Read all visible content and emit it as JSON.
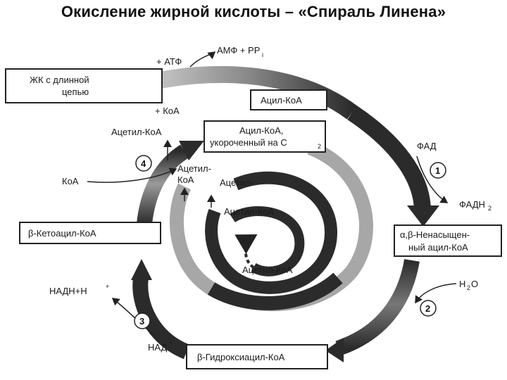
{
  "title": "Окисление жирной кислоты – «Спираль Линена»",
  "boxes": {
    "fatty_acid_line1": "ЖК с длинной",
    "fatty_acid_line2": "цепью",
    "acyl_coa": "Ацил-КоА",
    "acyl_short_line1": "Ацил-КоА,",
    "acyl_short_line2": "укороченный на С",
    "acyl_short_sub": "2",
    "unsat_line1": "α,β-Ненасыщен-",
    "unsat_line2": "ный ацил-КоА",
    "hydroxy": "β-Гидроксиацил-КоА",
    "ketoacyl": "β-Кетоацил-КоА"
  },
  "labels": {
    "atp": "+ АТФ",
    "amp": "АМФ + PP",
    "amp_sub": "i",
    "coa_plus": "+ КоА",
    "acetyl_coa_top": "Ацетил-КоА",
    "coa_left": "КоА",
    "fad": "ФАД",
    "fadh": "ФАДН",
    "fadh_sub": "2",
    "h2o": "Н",
    "h2o_sub": "2",
    "h2o_tail": "О",
    "nadh": "НАДН+Н",
    "nadh_sup": "+",
    "nad": "НАД",
    "nad_sup": "+",
    "acetyl_inner1_line1": "Ацетил-",
    "acetyl_inner1_line2": "КоА",
    "acetyl_inner2": "Ацетил-",
    "acetyl_inner3": "Ацетил-КоА",
    "acetyl_bottom": "Ацетил-КоА"
  },
  "steps": [
    "1",
    "2",
    "3",
    "4"
  ],
  "colors": {
    "arrow": "#2b2b2b",
    "stipple": "#8a8a8a",
    "box_border": "#222222"
  }
}
